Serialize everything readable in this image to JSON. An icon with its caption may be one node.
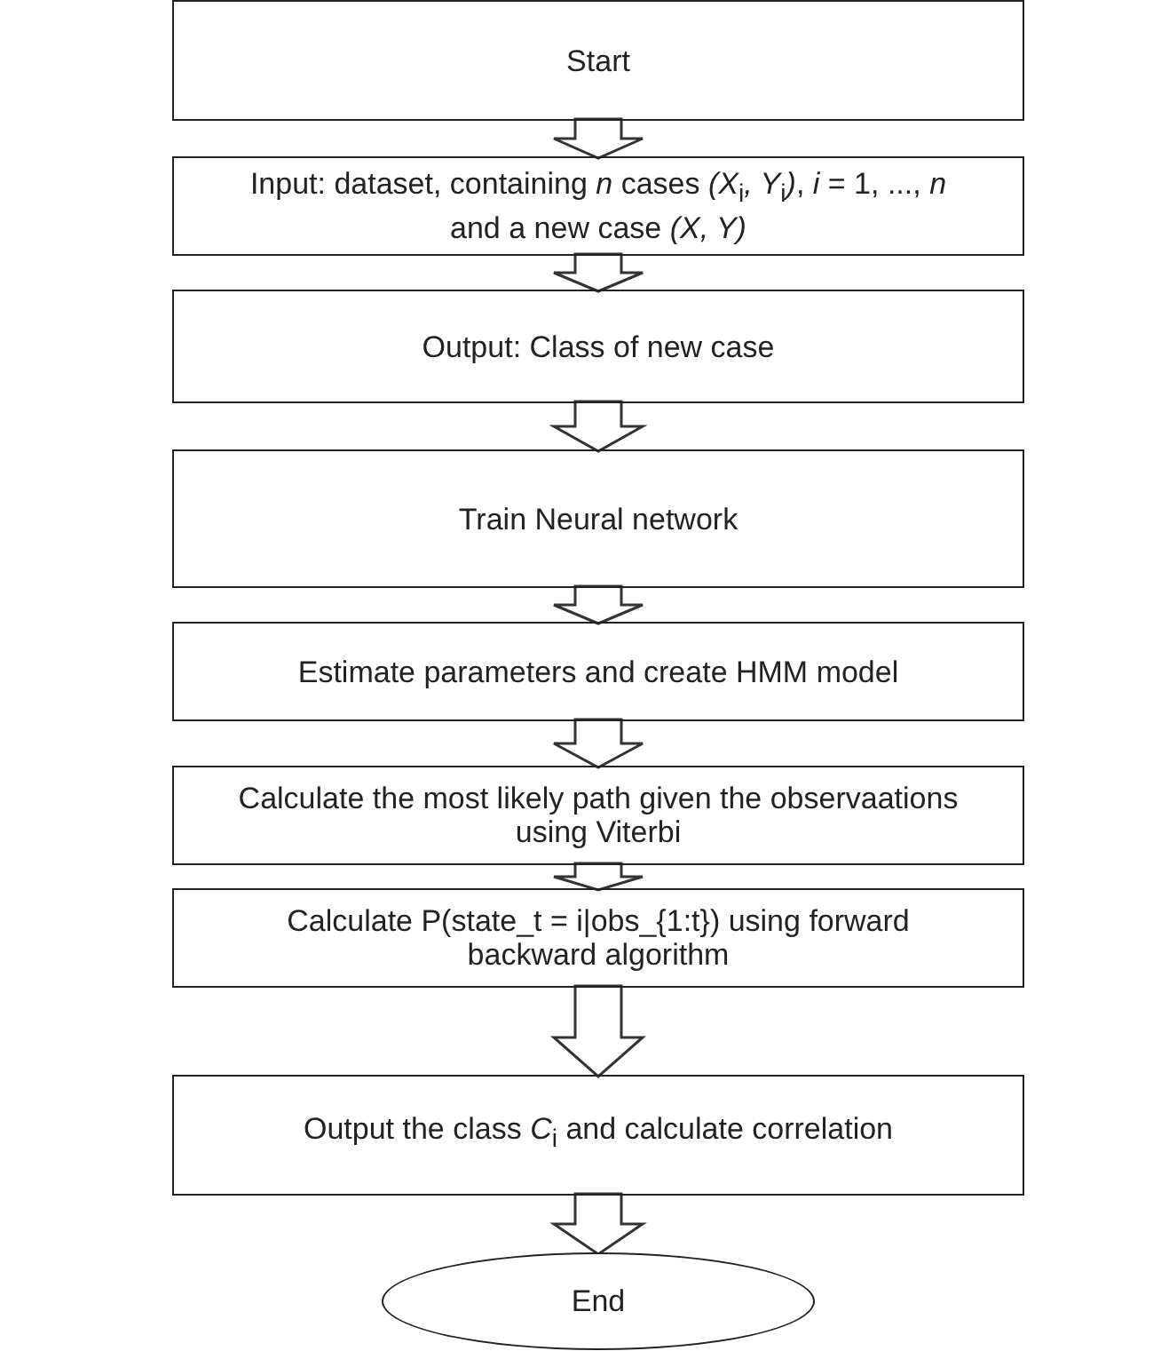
{
  "diagram": {
    "nodes": [
      {
        "text": [
          "Start"
        ]
      },
      {
        "text": [
          "Input: dataset, containing *n* cases *(X*$_{i}$*, Y*$_{i}$*)*, *i* = 1, ..., *n* and a new case *(X, Y)*"
        ]
      },
      {
        "text": [
          "Output: Class of new case"
        ]
      },
      {
        "text": [
          "Train Neural network"
        ]
      },
      {
        "text": [
          "Estimate parameters and create HMM model"
        ]
      },
      {
        "text": [
          "Calculate the most likely path given the observaations using Viterbi"
        ]
      },
      {
        "text": [
          "Calculate P(state_t = i|obs_{1:t}) using forward backward algorithm"
        ]
      },
      {
        "text": [
          "Output the class *C*$_{i}$ and calculate correlation"
        ]
      },
      {
        "text": [
          "End"
        ]
      }
    ],
    "edges": [
      {
        "from": 0,
        "to": 1,
        "arrow": "to"
      },
      {
        "from": 1,
        "to": 2,
        "arrow": "to"
      },
      {
        "from": 2,
        "to": 3,
        "arrow": "to"
      },
      {
        "from": 3,
        "to": 4,
        "arrow": "to"
      },
      {
        "from": 4,
        "to": 5,
        "arrow": "to"
      },
      {
        "from": 5,
        "to": 6,
        "arrow": "to"
      },
      {
        "from": 6,
        "to": 7,
        "arrow": "to"
      },
      {
        "from": 7,
        "to": 8,
        "arrow": "to"
      }
    ]
  }
}
